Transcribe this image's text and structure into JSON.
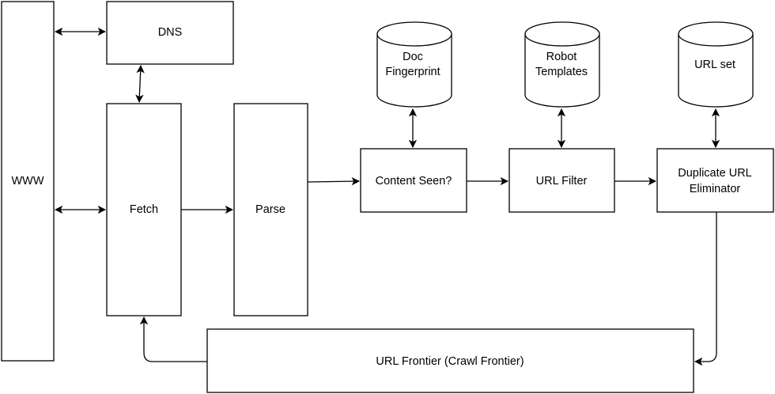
{
  "nodes": {
    "www": "WWW",
    "dns": "DNS",
    "fetch": "Fetch",
    "parse": "Parse",
    "content_seen": "Content Seen?",
    "url_filter": "URL Filter",
    "duplicate_url_eliminator": [
      "Duplicate URL",
      "Eliminator"
    ],
    "url_frontier": "URL Frontier (Crawl Frontier)"
  },
  "stores": {
    "doc_fingerprint": [
      "Doc",
      "Fingerprint"
    ],
    "robot_templates": [
      "Robot",
      "Templates"
    ],
    "url_set": "URL set"
  },
  "colors": {
    "stroke": "#000000",
    "fill": "#ffffff",
    "text": "#000000"
  }
}
